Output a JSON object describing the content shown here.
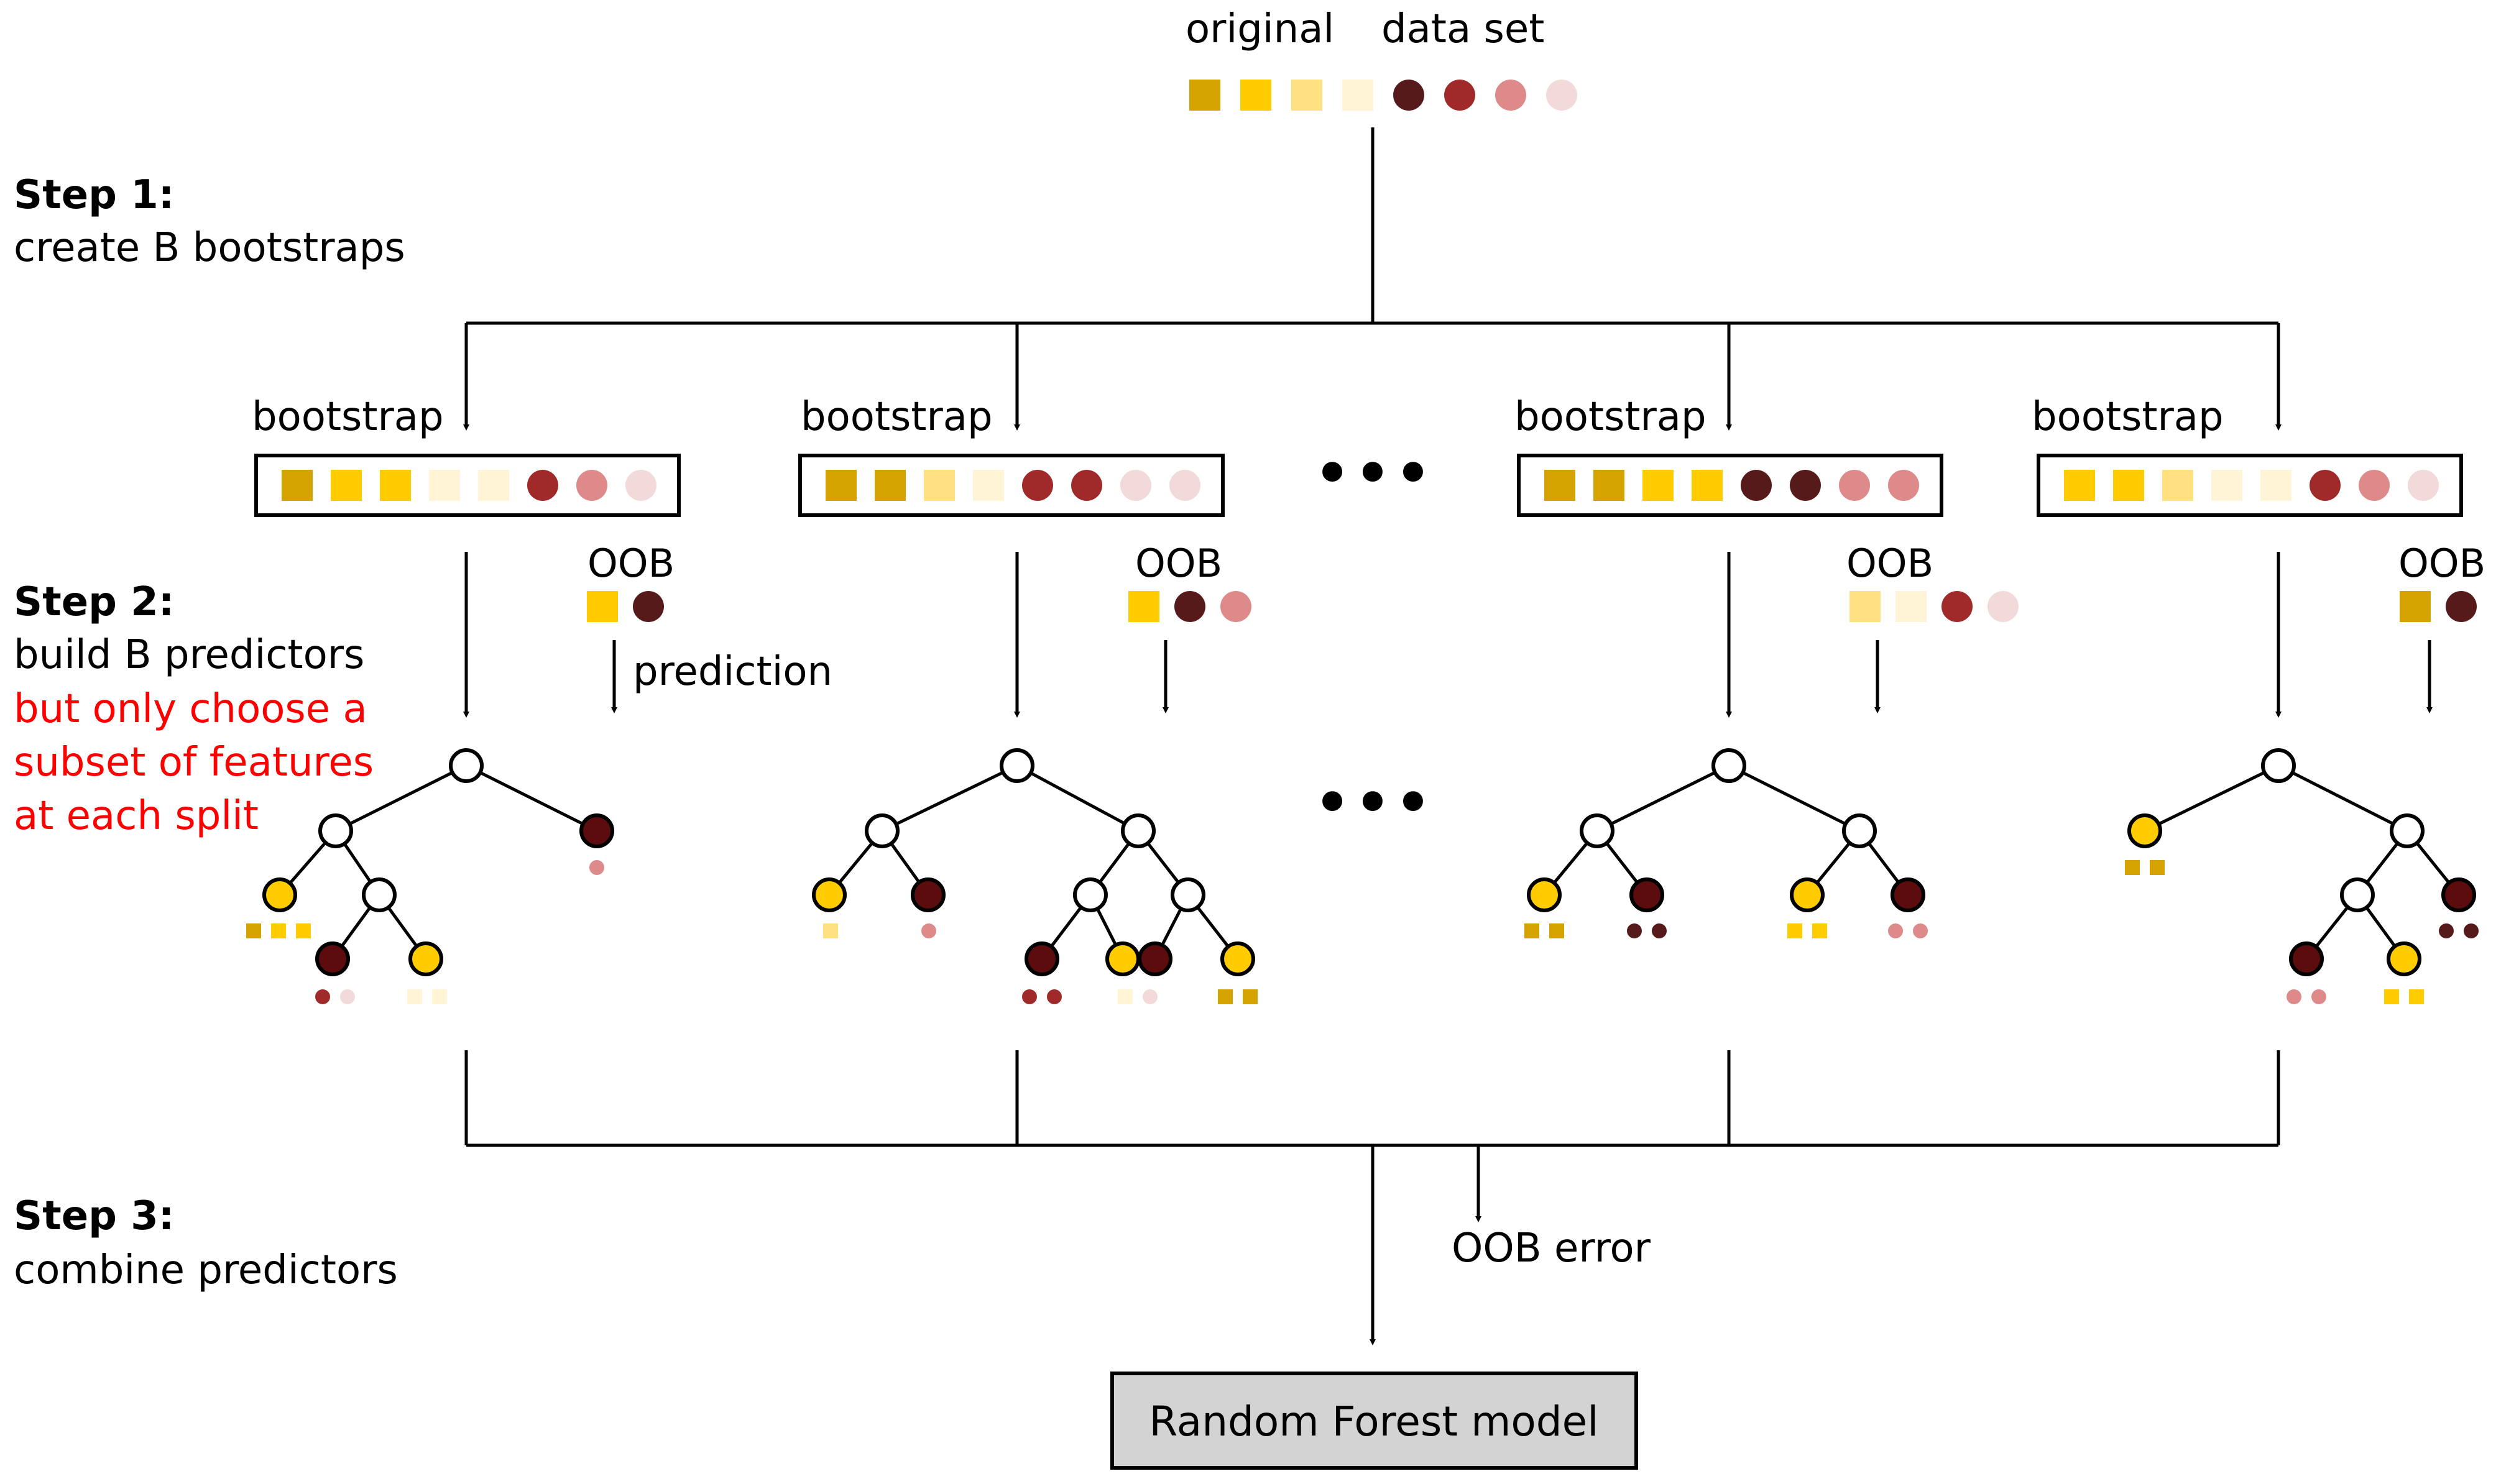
{
  "title_original": "original",
  "title_dataset": "data set",
  "steps": {
    "s1_heading": "Step 1:",
    "s1_text": "create B bootstraps",
    "s2_heading": "Step 2:",
    "s2_text": "build B predictors",
    "s2_red_1": "but only choose a",
    "s2_red_2": "subset of features",
    "s2_red_3": "at each split",
    "s3_heading": "Step 3:",
    "s3_text": "combine predictors"
  },
  "labels": {
    "bootstrap": "bootstrap",
    "oob": "OOB",
    "prediction": "prediction",
    "oob_error": "OOB error",
    "model": "Random Forest model",
    "ellipsis": "•••"
  },
  "colors": {
    "sq_dark_gold": "#d4a300",
    "sq_gold": "#ffcc00",
    "sq_light_yellow": "#ffe182",
    "sq_cream": "#fff4d6",
    "c_dark_maroon": "#561a1a",
    "c_red": "#a02a2a",
    "c_pink": "#de8a8a",
    "c_light_pink": "#f3dada",
    "red_text": "#ff0000",
    "model_box_fill": "#d3d3d3",
    "node_gold": "#ffcc00",
    "node_maroon": "#5c0c0c"
  },
  "original_items": [
    "sq_dark_gold",
    "sq_gold",
    "sq_light_yellow",
    "sq_cream",
    "c_dark_maroon",
    "c_red",
    "c_pink",
    "c_light_pink"
  ],
  "bootstraps": [
    {
      "items": [
        "sq_dark_gold",
        "sq_gold",
        "sq_gold",
        "sq_cream",
        "sq_cream",
        "c_red",
        "c_pink",
        "c_light_pink"
      ],
      "oob": [
        "sq_gold",
        "c_dark_maroon"
      ]
    },
    {
      "items": [
        "sq_dark_gold",
        "sq_dark_gold",
        "sq_light_yellow",
        "sq_cream",
        "c_red",
        "c_red",
        "c_light_pink",
        "c_light_pink"
      ],
      "oob": [
        "sq_gold",
        "c_dark_maroon",
        "c_pink"
      ]
    },
    {
      "items": [
        "sq_dark_gold",
        "sq_dark_gold",
        "sq_gold",
        "sq_gold",
        "c_dark_maroon",
        "c_dark_maroon",
        "c_pink",
        "c_pink"
      ],
      "oob": [
        "sq_light_yellow",
        "sq_cream",
        "c_red",
        "c_light_pink"
      ]
    },
    {
      "items": [
        "sq_gold",
        "sq_gold",
        "sq_light_yellow",
        "sq_cream",
        "sq_cream",
        "c_red",
        "c_pink",
        "c_light_pink"
      ],
      "oob": [
        "sq_dark_gold",
        "c_dark_maroon"
      ]
    }
  ],
  "trees": [
    {
      "leaves": [
        {
          "node": "node_gold",
          "items": [
            "sq_dark_gold",
            "sq_gold",
            "sq_gold"
          ]
        },
        {
          "node": "node_maroon",
          "items": [
            "c_pink"
          ]
        },
        {
          "node": "node_maroon",
          "items": [
            "c_red",
            "c_light_pink"
          ]
        },
        {
          "node": "node_gold",
          "items": [
            "sq_cream",
            "sq_cream"
          ]
        }
      ]
    },
    {
      "leaves": [
        {
          "node": "node_gold",
          "items": [
            "sq_light_yellow"
          ]
        },
        {
          "node": "node_maroon",
          "items": [
            "c_pink"
          ]
        },
        {
          "node": "node_maroon",
          "items": [
            "c_red",
            "c_red"
          ]
        },
        {
          "node": "node_gold",
          "items": [
            "sq_cream",
            "c_light_pink"
          ]
        },
        {
          "node": "node_maroon",
          "items": []
        },
        {
          "node": "node_gold",
          "items": [
            "sq_dark_gold",
            "sq_dark_gold"
          ]
        }
      ]
    },
    {
      "leaves": [
        {
          "node": "node_gold",
          "items": [
            "sq_dark_gold",
            "sq_dark_gold"
          ]
        },
        {
          "node": "node_maroon",
          "items": [
            "c_dark_maroon",
            "c_dark_maroon"
          ]
        },
        {
          "node": "node_gold",
          "items": [
            "sq_gold",
            "sq_gold"
          ]
        },
        {
          "node": "node_maroon",
          "items": [
            "c_pink",
            "c_pink"
          ]
        }
      ]
    },
    {
      "leaves": [
        {
          "node": "node_gold",
          "items": [
            "sq_dark_gold",
            "sq_dark_gold"
          ]
        },
        {
          "node": "node_maroon",
          "items": [
            "c_dark_maroon",
            "c_dark_maroon"
          ]
        },
        {
          "node": "node_maroon",
          "items": [
            "c_pink",
            "c_pink"
          ]
        },
        {
          "node": "node_gold",
          "items": [
            "sq_gold",
            "sq_gold"
          ]
        }
      ]
    }
  ]
}
